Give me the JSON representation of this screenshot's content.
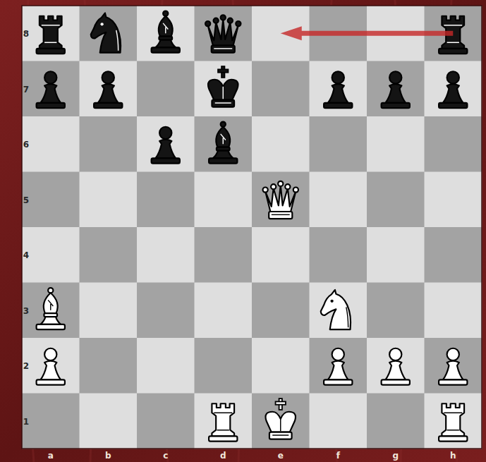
{
  "diagram": {
    "labels": [
      "8",
      "7",
      "6",
      "5",
      "4",
      "3",
      "2",
      "1",
      "a",
      "b",
      "c",
      "d",
      "e",
      "f",
      "g",
      "h"
    ]
  }
}
